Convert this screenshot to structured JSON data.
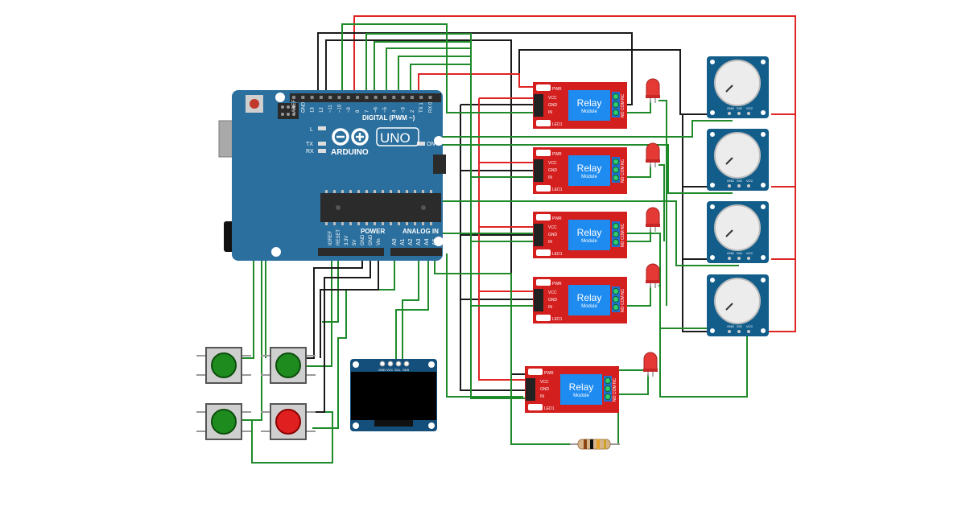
{
  "colors": {
    "background": "#ffffff",
    "arduino_board": "#2a6f9e",
    "relay_board": "#d41f1f",
    "relay_body": "#1e8bf0",
    "wire_red": "#e02424",
    "wire_black": "#1a1a1a",
    "wire_green": "#1f8a2a",
    "led_red": "#e53935",
    "pot_board": "#135d8a",
    "oled_board": "#134f7a"
  },
  "arduino": {
    "digital_pins": [
      "AREF",
      "GND",
      "13",
      "12",
      "~11",
      "~10",
      "~9",
      "8",
      "7",
      "~6",
      "~5",
      "4",
      "~3",
      "2",
      "TX 1",
      "RX 0"
    ],
    "digital_label": "DIGITAL (PWM ~)",
    "logo_text": "ARDUINO",
    "model": "UNO",
    "led_l": "L",
    "led_tx": "TX",
    "led_rx": "RX",
    "on_label": "ON",
    "power_label": "POWER",
    "analog_label": "ANALOG IN",
    "power_pins": [
      "IOREF",
      "RESET",
      "3.3V",
      "5V",
      "GND",
      "GND",
      "Vin"
    ],
    "analog_pins": [
      "A0",
      "A1",
      "A2",
      "A3",
      "A4",
      "A5"
    ]
  },
  "relays": [
    {
      "title": "Relay",
      "subtitle": "Module"
    },
    {
      "title": "Relay",
      "subtitle": "Module"
    },
    {
      "title": "Relay",
      "subtitle": "Module"
    },
    {
      "title": "Relay",
      "subtitle": "Module"
    },
    {
      "title": "Relay",
      "subtitle": "Module"
    }
  ],
  "relay_labels": {
    "pwr": "PWR",
    "vcc": "VCC",
    "gnd": "GND",
    "in": "IN",
    "led1": "LED1",
    "no": "NO",
    "com": "COM",
    "nc": "NC"
  },
  "oled": {
    "pins": [
      "GND",
      "VCC",
      "SCL",
      "SDA"
    ]
  },
  "potentiometers": {
    "pins": [
      "GND",
      "SIG",
      "VCC"
    ]
  },
  "buttons": [
    {
      "color": "green"
    },
    {
      "color": "green"
    },
    {
      "color": "green"
    },
    {
      "color": "red"
    }
  ]
}
